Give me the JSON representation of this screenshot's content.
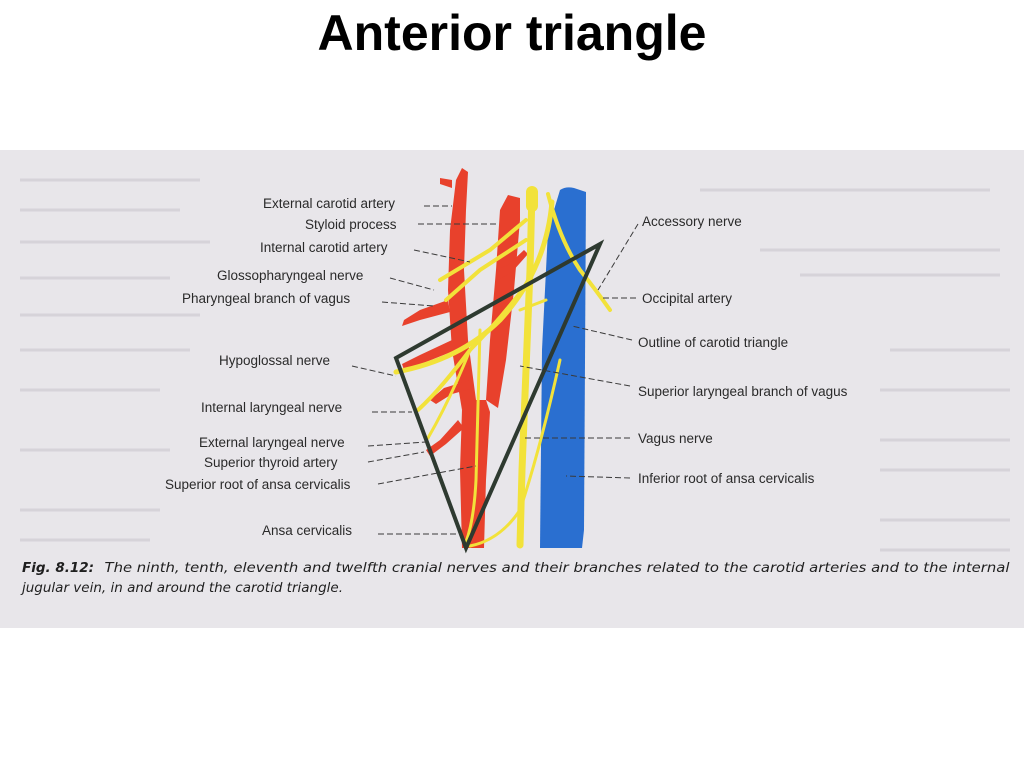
{
  "title": "Anterior triangle",
  "figure": {
    "labels_left": {
      "external_carotid_artery": "External carotid artery",
      "styloid_process": "Styloid process",
      "internal_carotid_artery": "Internal carotid artery",
      "glossopharyngeal_nerve": "Glossopharyngeal nerve",
      "pharyngeal_branch_of_vagus": "Pharyngeal branch of vagus",
      "hypoglossal_nerve": "Hypoglossal nerve",
      "internal_laryngeal_nerve": "Internal laryngeal nerve",
      "external_laryngeal_nerve": "External laryngeal nerve",
      "superior_thyroid_artery": "Superior thyroid artery",
      "superior_root_of_ansa_cervicalis": "Superior root of ansa cervicalis",
      "ansa_cervicalis": "Ansa cervicalis"
    },
    "labels_right": {
      "accessory_nerve": "Accessory nerve",
      "occipital_artery": "Occipital artery",
      "outline_of_carotid_triangle": "Outline of carotid triangle",
      "superior_laryngeal_branch_of_vagus": "Superior laryngeal branch of vagus",
      "vagus_nerve": "Vagus nerve",
      "inferior_root_of_ansa_cervicalis": "Inferior root of ansa cervicalis"
    },
    "caption_label": "Fig. 8.12:",
    "caption_line1": "The ninth, tenth, eleventh and twelfth cranial nerves and their branches related to the carotid arteries and to the internal",
    "caption_line2": "jugular vein, in and around the carotid triangle.",
    "colors": {
      "artery": "#e8412c",
      "nerve": "#f2e23a",
      "vein": "#2a6fd0",
      "triangle_outline": "#2e3a30",
      "background": "#e8e6ea"
    }
  }
}
